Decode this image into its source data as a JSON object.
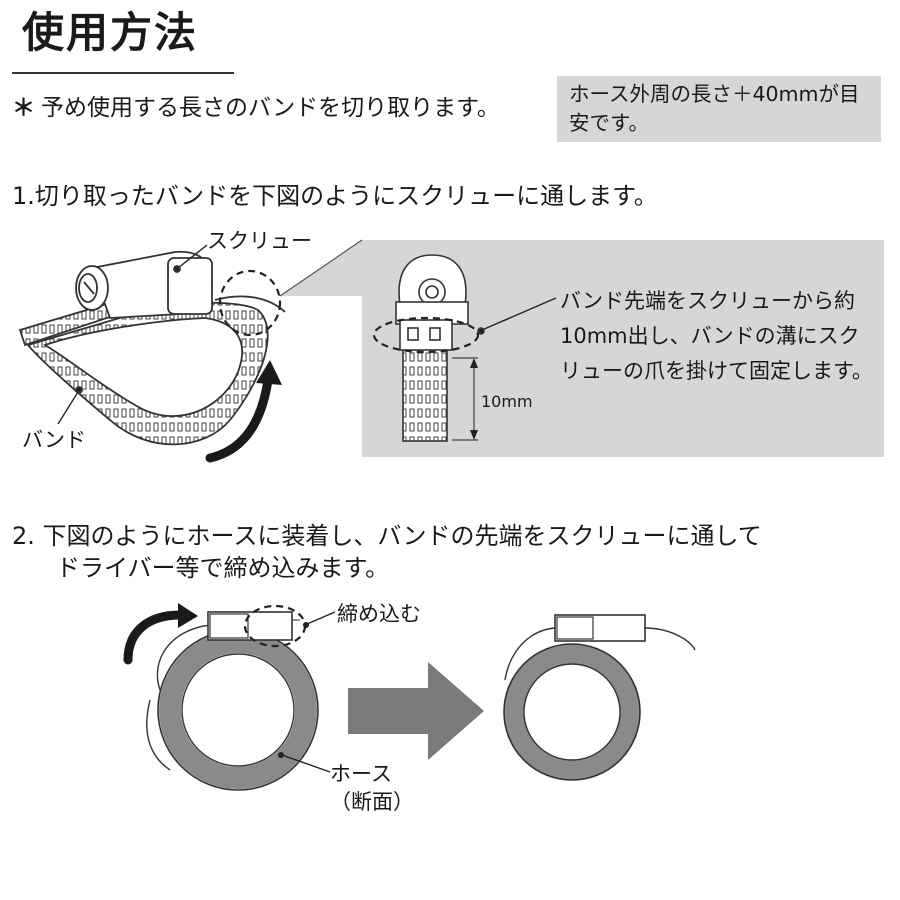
{
  "title": "使用方法",
  "note": {
    "star": "＊",
    "text": "予め使用する長さのバンドを切り取ります。"
  },
  "hint": "ホース外周の長さ＋40mmが目安です。",
  "step1": "1.切り取ったバンドを下図のようにスクリューに通します。",
  "step2": {
    "line1": "2. 下図のようにホースに装着し、バンドの先端をスクリューに通して",
    "line2": "ドライバー等で締め込みます。"
  },
  "labels": {
    "screw": "スクリュー",
    "band": "バンド",
    "measure": "10mm",
    "callout": "バンド先端をスクリューから約10mm出し、バンドの溝にスクリューの爪を掛けて固定します。",
    "tighten": "締め込む",
    "hose_line1": "ホース",
    "hose_line2": "（断面）"
  },
  "colors": {
    "panel_gray": "#d6d6d6",
    "hose_gray": "#8a8a8a",
    "arrow_gray": "#7a7a7a",
    "ink": "#1a1a1a"
  }
}
